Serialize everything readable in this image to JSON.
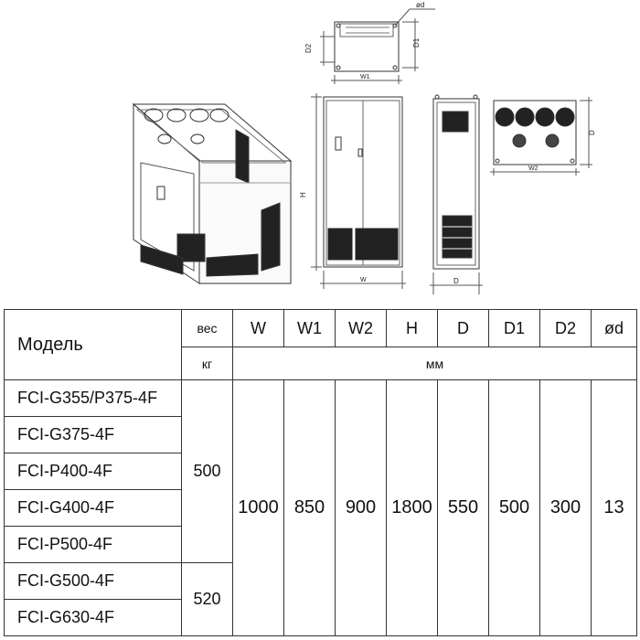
{
  "drawing_labels": {
    "phi_d": "ød",
    "d1": "D1",
    "d2": "D2",
    "w1": "W1",
    "h": "H",
    "w": "W",
    "d": "D",
    "w2": "W2",
    "d_side": "D"
  },
  "table": {
    "headers": {
      "model": "Модель",
      "weight": "вес",
      "columns": [
        "W",
        "W1",
        "W2",
        "H",
        "D",
        "D1",
        "D2",
        "ød"
      ],
      "weight_unit": "кг",
      "dim_unit": "мм"
    },
    "models": [
      "FCI-G355/P375-4F",
      "FCI-G375-4F",
      "FCI-P400-4F",
      "FCI-G400-4F",
      "FCI-P500-4F",
      "FCI-G500-4F",
      "FCI-G630-4F"
    ],
    "weights": [
      "500",
      "520"
    ],
    "dimensions": [
      "1000",
      "850",
      "900",
      "1800",
      "550",
      "500",
      "300",
      "13"
    ]
  }
}
